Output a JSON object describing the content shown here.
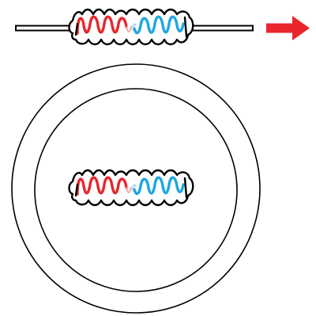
{
  "diagram": {
    "components": [
      "rod-with-coiled-segment",
      "direction-arrow",
      "outer-circle",
      "inner-circle",
      "coiled-segment-in-circle"
    ],
    "colors": {
      "outline": "#000000",
      "background": "#ffffff",
      "red_coil": "#e8262b",
      "blue_coil": "#1ea7e1",
      "arrow": "#e8262b",
      "pale_red": "#f2a6a8",
      "pale_blue": "#a9d9f2"
    },
    "icons": {
      "arrow": "arrow-right-icon"
    }
  }
}
